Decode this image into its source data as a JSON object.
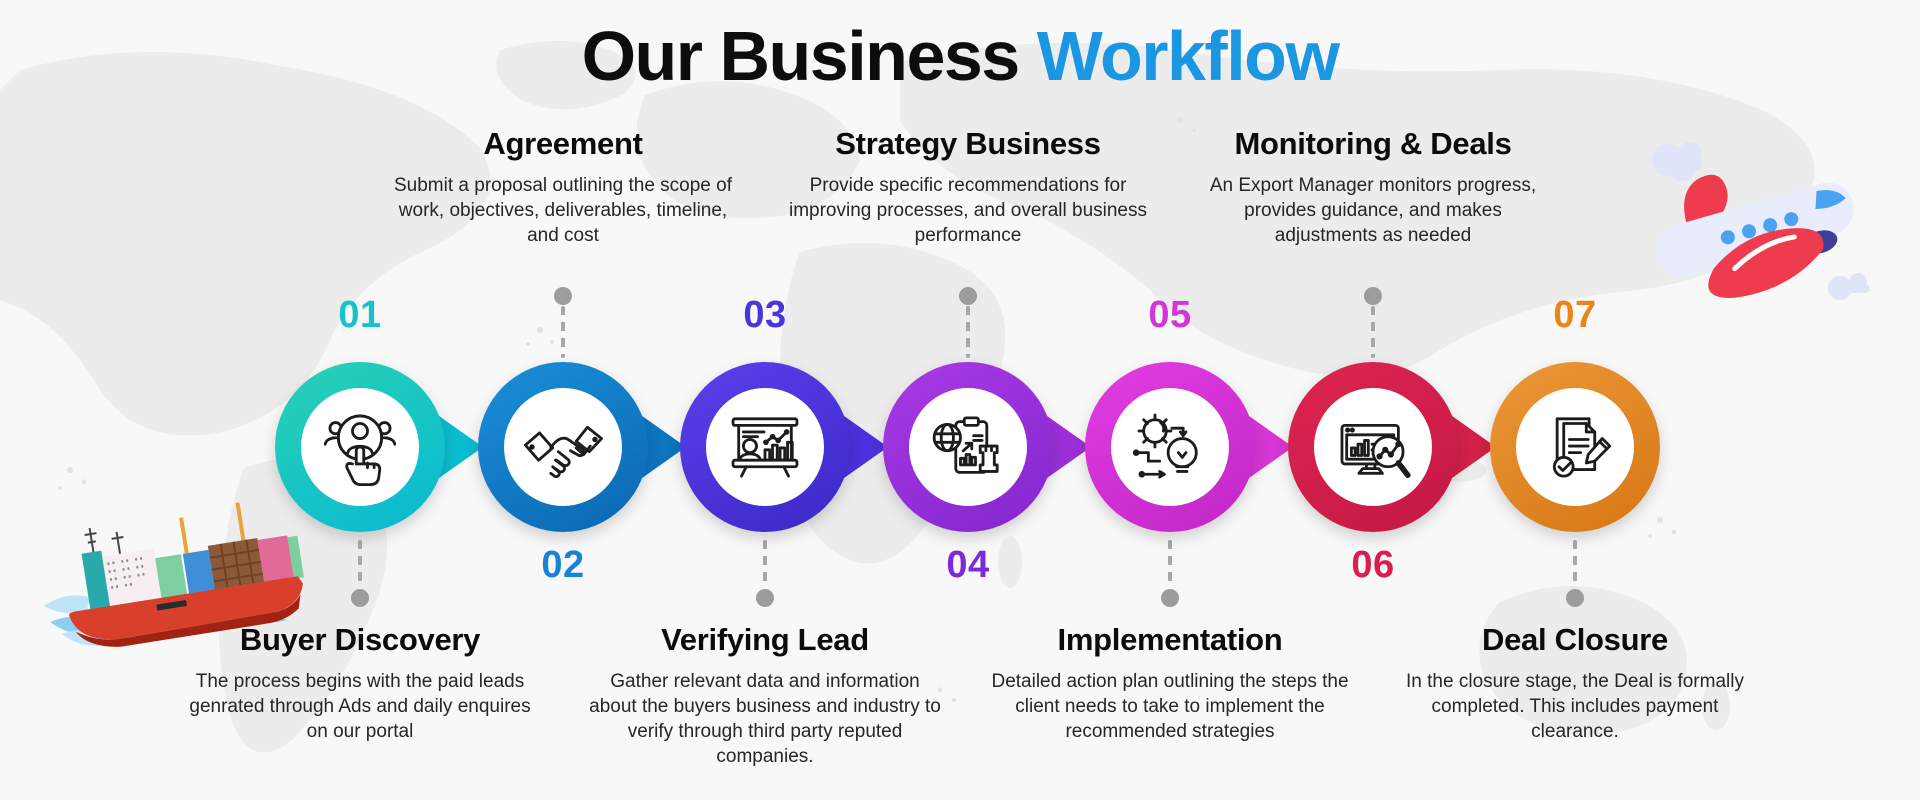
{
  "title": {
    "prefix": "Our Business ",
    "highlight": "Workflow"
  },
  "colors": {
    "background": "#f8f8f8",
    "map": "#ececec",
    "title_text": "#0d0d0d",
    "title_highlight": "#1b96e3",
    "connector": "#a7a7a7",
    "connector_dot": "#9c9c9c"
  },
  "steps": [
    {
      "number": "01",
      "title": "Buyer Discovery",
      "position": "bottom",
      "description": "The process begins with the paid leads genrated through Ads and daily enquires on our portal",
      "icon": "buyer-discovery-icon",
      "ring_gradient": [
        "#2ad1b4",
        "#07b9d3"
      ],
      "number_color": "#14c4ca",
      "arrow_color": "#0abccf"
    },
    {
      "number": "02",
      "title": "Agreement",
      "position": "top",
      "description": "Submit a proposal outlining the scope of work, objectives, deliverables, timeline, and cost",
      "icon": "handshake-icon",
      "ring_gradient": [
        "#1b8fd9",
        "#0a66b1"
      ],
      "number_color": "#1583d6",
      "arrow_color": "#0d74c0"
    },
    {
      "number": "03",
      "title": "Verifying Lead",
      "position": "bottom",
      "description": "Gather relevant data and information about the buyers business and industry to verify through third party reputed companies.",
      "icon": "presentation-chart-icon",
      "ring_gradient": [
        "#5a41eb",
        "#3b27c5"
      ],
      "number_color": "#4936d9",
      "arrow_color": "#4a31dc"
    },
    {
      "number": "04",
      "title": "Strategy Business",
      "position": "top",
      "description": "Provide specific recommendations for improving processes, and overall business performance",
      "icon": "strategy-globe-rook-icon",
      "ring_gradient": [
        "#a93ae6",
        "#8326cd"
      ],
      "number_color": "#7d2ad8",
      "arrow_color": "#9c2fd9"
    },
    {
      "number": "05",
      "title": "Implementation",
      "position": "bottom",
      "description": "Detailed action plan outlining the steps the client needs to take to implement the recommended strategies",
      "icon": "gear-bulb-icon",
      "ring_gradient": [
        "#e23de2",
        "#c027c7"
      ],
      "number_color": "#d335d8",
      "arrow_color": "#d636d6"
    },
    {
      "number": "06",
      "title": "Monitoring & Deals",
      "position": "top",
      "description": "An Export Manager monitors progress, provides guidance, and makes adjustments as needed",
      "icon": "monitor-search-icon",
      "ring_gradient": [
        "#dd2551",
        "#c41845"
      ],
      "number_color": "#da1f4e",
      "arrow_color": "#d32049"
    },
    {
      "number": "07",
      "title": "Deal Closure",
      "position": "bottom",
      "description": "In the closure stage, the Deal is formally completed. This includes payment clearance.",
      "icon": "document-check-icon",
      "ring_gradient": [
        "#ec9739",
        "#d67712"
      ],
      "number_color": "#e8861a",
      "arrow_color": null
    }
  ],
  "illustrations": {
    "left": "cargo-ship-illustration",
    "right": "airplane-illustration"
  }
}
